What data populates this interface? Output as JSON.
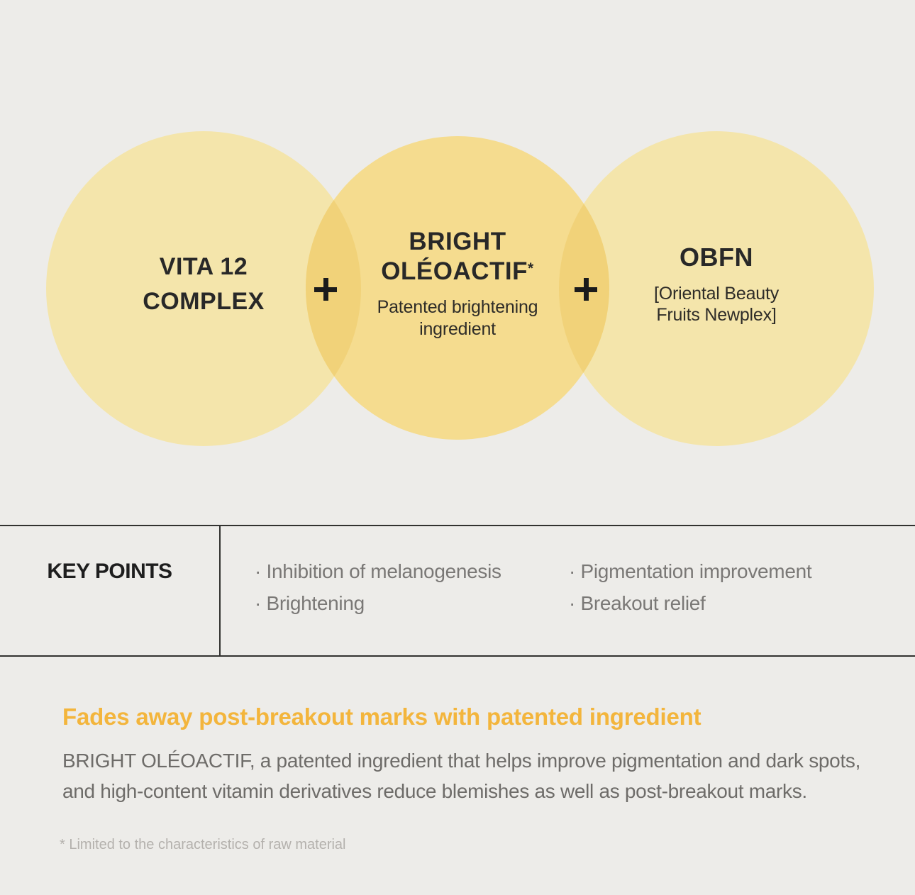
{
  "page": {
    "background": "#EDECE9"
  },
  "colors": {
    "outer_circle_fill": "#F4E5AB",
    "middle_circle_fill": "#F5DC8F",
    "overlap_fill": "#F1D279",
    "headline_accent": "#F3B53C",
    "table_line": "#323230",
    "dark_text": "#282828",
    "gray_text": "#7a7876",
    "footnote_text": "#b4b1ad"
  },
  "venn": {
    "overlap_fill": "#F1D279",
    "plus_icon": "plus",
    "circles": [
      {
        "fill": "#F4E5AB",
        "title_lines": [
          "VITA 12",
          "COMPLEX"
        ]
      },
      {
        "fill": "#F5DC8F",
        "title_lines": [
          "BRIGHT",
          "OLÉOACTIF"
        ],
        "asterisk": "*",
        "subtitle_lines": [
          "Patented brightening",
          "ingredient"
        ]
      },
      {
        "fill": "#F4E5AB",
        "title": "OBFN",
        "subtitle_lines": [
          "[Oriental Beauty",
          "Fruits Newplex]"
        ]
      }
    ]
  },
  "key_points": {
    "label": "KEY POINTS",
    "columns": [
      [
        "· Inhibition of melanogenesis",
        "· Brightening"
      ],
      [
        "· Pigmentation improvement",
        "· Breakout relief"
      ]
    ]
  },
  "description": {
    "headline": "Fades away post-breakout marks with patented ingredient",
    "body_lines": [
      "BRIGHT OLÉOACTIF, a patented ingredient that helps improve pigmentation and dark spots,",
      "and high-content vitamin derivatives reduce blemishes as well as post-breakout marks."
    ],
    "footnote": "* Limited to the characteristics of raw material"
  }
}
